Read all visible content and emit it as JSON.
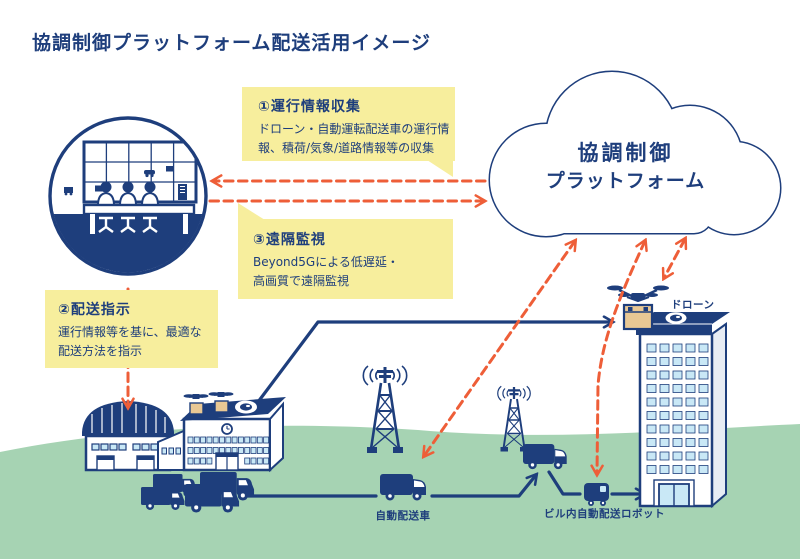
{
  "page": {
    "title": "協調制御プラットフォーム配送活用イメージ"
  },
  "cloud": {
    "name_line1": "協調制御",
    "name_line2": "プラットフォーム"
  },
  "callouts": {
    "collect": {
      "title": "①運行情報収集",
      "body_line1": "ドローン・自動運転配送車の運行情",
      "body_line2": "報、積荷/気象/道路情報等の収集"
    },
    "remote": {
      "title": "③遠隔監視",
      "body_line1": "Beyond5Gによる低遅延・",
      "body_line2": "高画質で遠隔監視"
    },
    "dispatch": {
      "title": "②配送指示",
      "body_line1": "運行情報等を基に、最適な",
      "body_line2": "配送方法を指示"
    }
  },
  "labels": {
    "drone": "ドローン",
    "autonomous_delivery_vehicle": "自動配送車",
    "indoor_delivery_robot": "ビル内自動配送ロボット"
  },
  "colors": {
    "navy": "#1e3e7c",
    "orange": "#ee5e38",
    "yellow": "#f7ee9d",
    "green": "#a6d3b3",
    "window_blue": "#c9e8f6",
    "package_tan": "#e9c894"
  }
}
